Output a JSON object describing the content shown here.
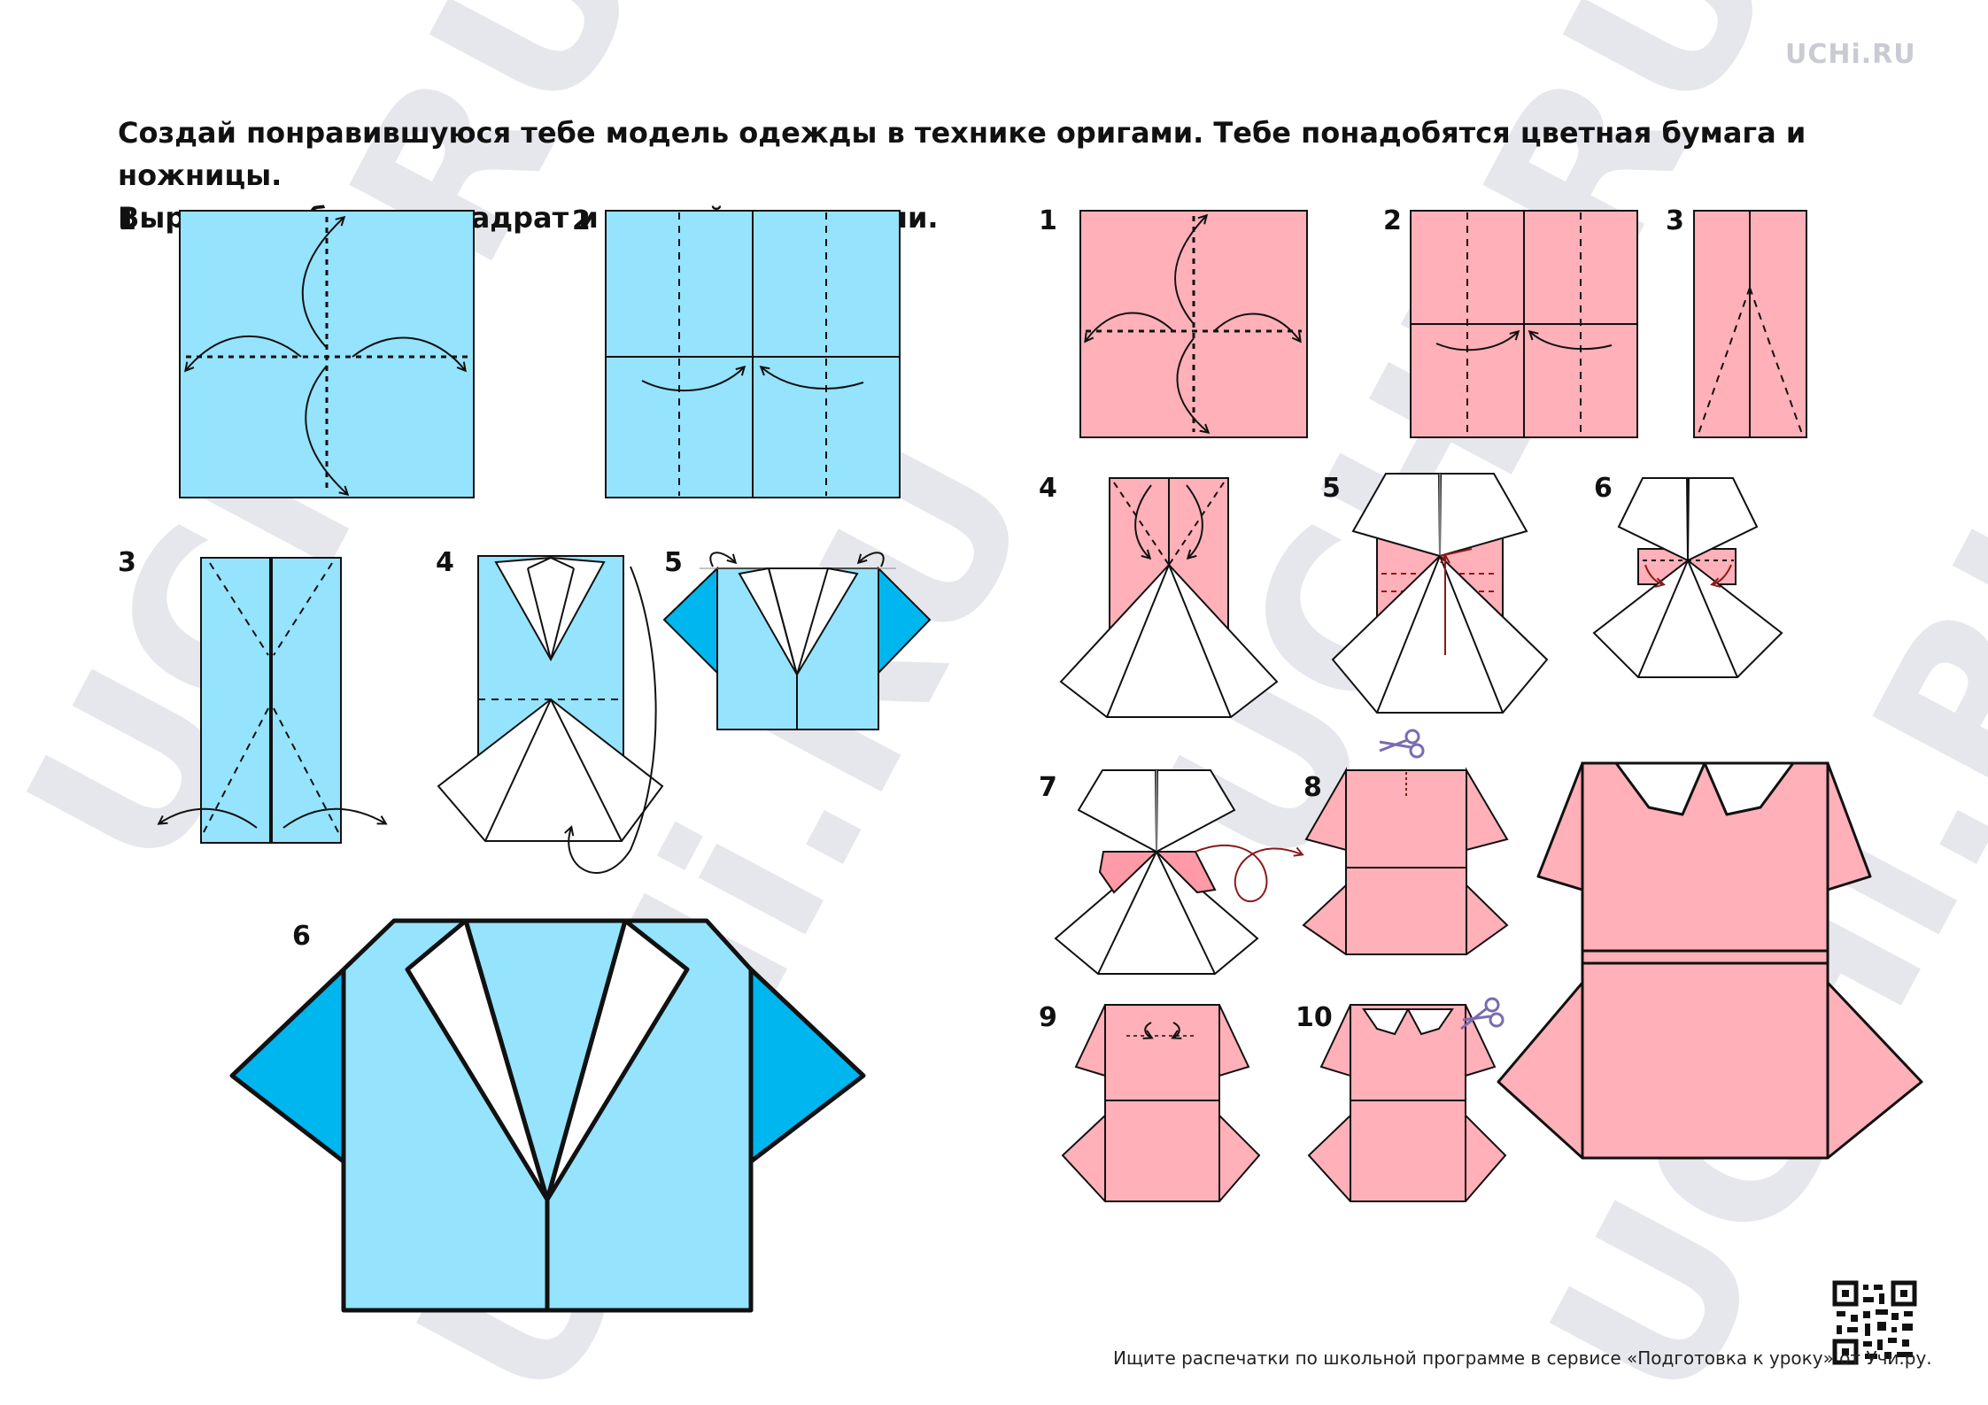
{
  "header": {
    "logo": "UCHi.RU"
  },
  "instructions": {
    "line1": "Создай понравившуюся тебе модель одежды в технике оригами. Тебе понадобятся цветная бумага и ножницы.",
    "line2": "Вырежи из бумаги квадрат и следуй инструкции."
  },
  "shirt": {
    "steps": [
      "1",
      "2",
      "3",
      "4",
      "5",
      "6"
    ],
    "paper_color": "#95e3fc",
    "sleeve_color": "#00b6ef"
  },
  "dress": {
    "steps": [
      "1",
      "2",
      "3",
      "4",
      "5",
      "6",
      "7",
      "8",
      "9",
      "10"
    ],
    "paper_color": "#ffb0b8"
  },
  "footer": {
    "text": "Ищите распечатки по школьной программе в сервисе «Подготовка к уроку» от Учи.ру."
  },
  "colors": {
    "watermark": "#e6e7ec",
    "ribbon": "#8b1a1a",
    "scissors": "#7a6bb0"
  },
  "icons": [
    "scissors-icon",
    "qr-code-icon",
    "fold-arrow-icon"
  ]
}
